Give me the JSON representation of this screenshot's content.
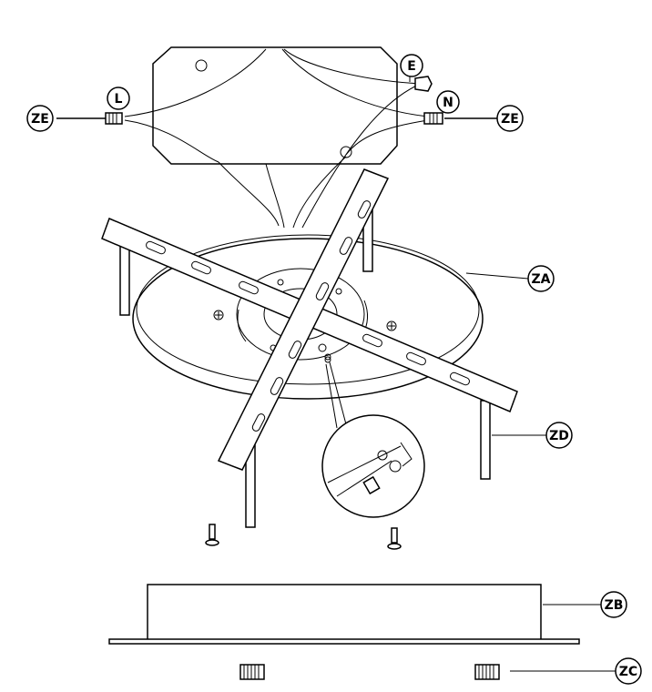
{
  "labels": {
    "L": "L",
    "E": "E",
    "N": "N",
    "ZE_left": "ZE",
    "ZE_right": "ZE",
    "ZA": "ZA",
    "ZD": "ZD",
    "ZB": "ZB",
    "ZC": "ZC"
  }
}
